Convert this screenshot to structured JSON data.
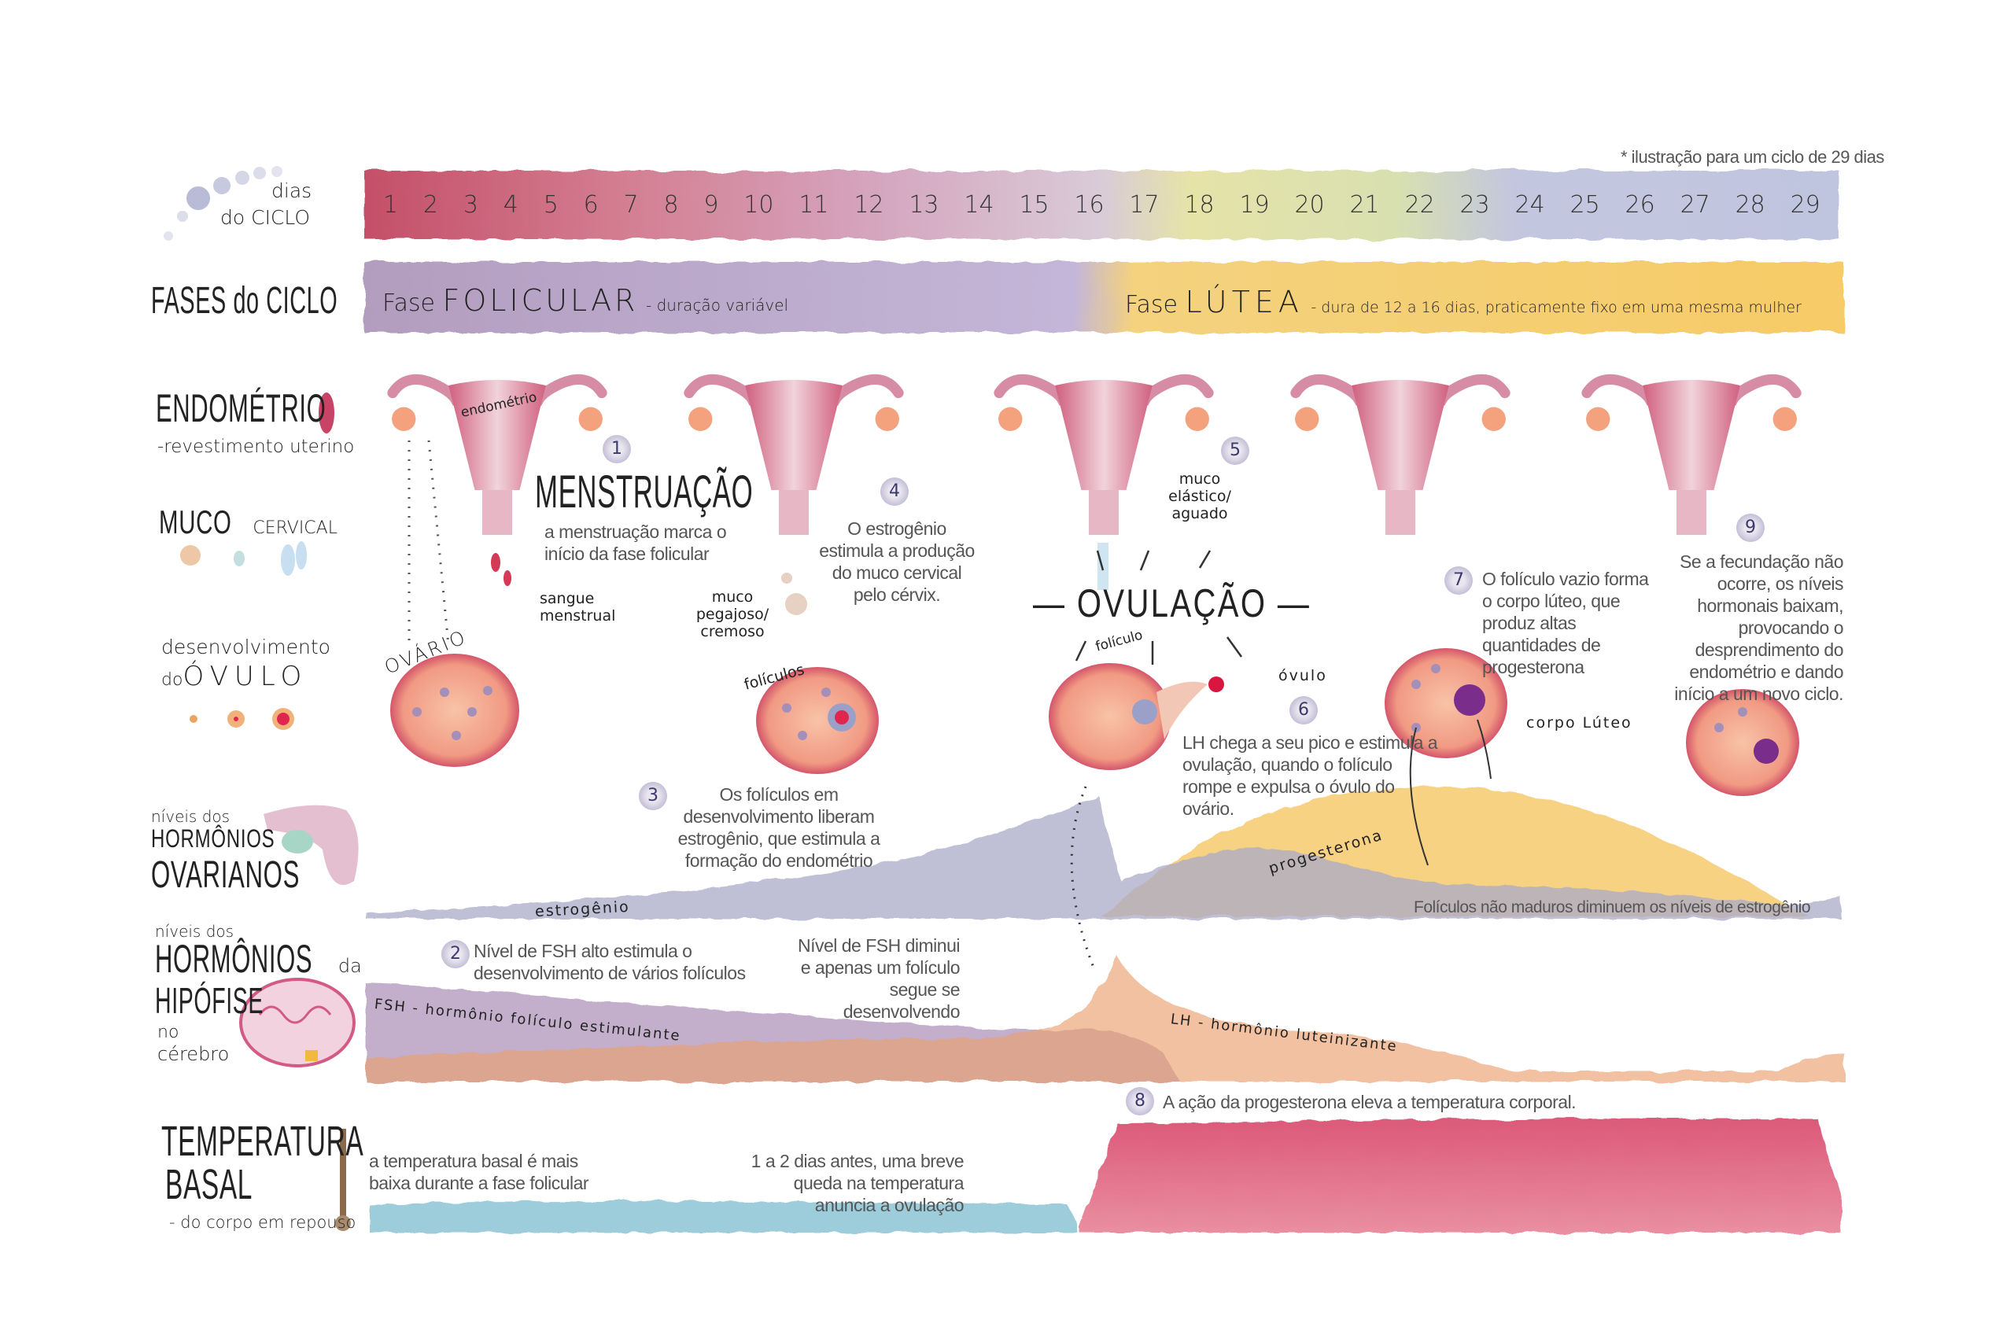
{
  "note": "* ilustração para um ciclo de 29 dias",
  "days_header": {
    "line1": "dias",
    "line2": "do CICLO"
  },
  "days": [
    "1",
    "2",
    "3",
    "4",
    "5",
    "6",
    "7",
    "8",
    "9",
    "10",
    "11",
    "12",
    "13",
    "14",
    "15",
    "16",
    "17",
    "18",
    "19",
    "20",
    "21",
    "22",
    "23",
    "24",
    "25",
    "26",
    "27",
    "28",
    "29"
  ],
  "phases": {
    "label": "FASES do CICLO",
    "follicular": {
      "prefix": "Fase",
      "name": "FOLICULAR",
      "desc": "- duração variável"
    },
    "luteal": {
      "prefix": "Fase",
      "name": "LÚTEA",
      "desc": "- dura de 12 a 16 dias, praticamente fixo em uma mesma mulher"
    }
  },
  "rows": {
    "endometrium": {
      "title": "ENDOMÉTRIO",
      "sub": "-revestimento uterino"
    },
    "mucus": {
      "title": "MUCO",
      "sub": "CERVICAL"
    },
    "ovum": {
      "line1": "desenvolvimento",
      "line2a": "do",
      "line2b": "ÓVULO"
    },
    "ovarian": {
      "l1": "níveis dos",
      "l2": "HORMÔNIOS",
      "l3": "OVARIANOS"
    },
    "pituitary": {
      "l1": "níveis dos",
      "l2": "HORMÔNIOS",
      "l2b": "da",
      "l3": "HIPÓFISE",
      "l4": "no",
      "l5": "cérebro"
    },
    "temperature": {
      "l1": "TEMPERATURA",
      "l2": "BASAL",
      "l3": "- do corpo em repouso"
    }
  },
  "labels": {
    "endometrio": "endométrio",
    "menstruacao": "MENSTRUAÇÃO",
    "sangue": "sangue menstrual",
    "ovario": "OVÁRIO",
    "muco_pegajoso": "muco pegajoso/ cremoso",
    "foliculos": "folículos",
    "muco_elastico": "muco elástico/ aguado",
    "ovulacao": "— OVULAÇÃO —",
    "foliculo": "folículo",
    "ovulo": "óvulo",
    "corpo_luteo": "corpo Lúteo",
    "estrogenio": "estrogênio",
    "progesterona": "progesterona",
    "fsh": "FSH - hormônio folículo estimulante",
    "lh": "LH - hormônio luteinizante",
    "foliculos_nao_maduros": "Folículos não maduros diminuem os níveis de estrogênio",
    "fsh_diminui": "Nível de FSH diminui e apenas um folículo segue se desenvolvendo",
    "temp_basal": "a temperatura basal é mais baixa durante a fase folicular",
    "temp_queda": "1 a 2 dias antes, uma breve queda na temperatura anuncia a ovulação"
  },
  "steps": [
    {
      "num": "1",
      "text": "a menstruação marca o início da fase folicular"
    },
    {
      "num": "2",
      "text": "Nível de FSH alto estimula o desenvolvimento de vários folículos"
    },
    {
      "num": "3",
      "text": "Os folículos em desenvolvimento liberam estrogênio, que estimula a formação do endométrio"
    },
    {
      "num": "4",
      "text": "O estrogênio estimula a produção do muco cervical pelo cérvix."
    },
    {
      "num": "5",
      "text": ""
    },
    {
      "num": "6",
      "text": "LH chega a seu pico e estimula a ovulação, quando o folículo rompe e expulsa o óvulo do ovário."
    },
    {
      "num": "7",
      "text": "O folículo vazio forma o corpo lúteo, que produz altas quantidades de progesterona"
    },
    {
      "num": "8",
      "text": "A ação da progesterona eleva a temperatura corporal."
    },
    {
      "num": "9",
      "text": "Se a fecundação não ocorre, os níveis hormonais baixam, provocando o desprendimento do endométrio e dando início a um novo ciclo."
    }
  ],
  "colors": {
    "menstrual": "#c9455f",
    "follicular_phase": "#b8a3c4",
    "luteal_phase": "#f6cf6e",
    "estrogen": "#a9a9c8",
    "progesterone": "#f4c35a",
    "fsh": "#a98bb5",
    "lh": "#eaa06e",
    "temp_low": "#8cc3d3",
    "temp_high": "#d94c6c"
  }
}
